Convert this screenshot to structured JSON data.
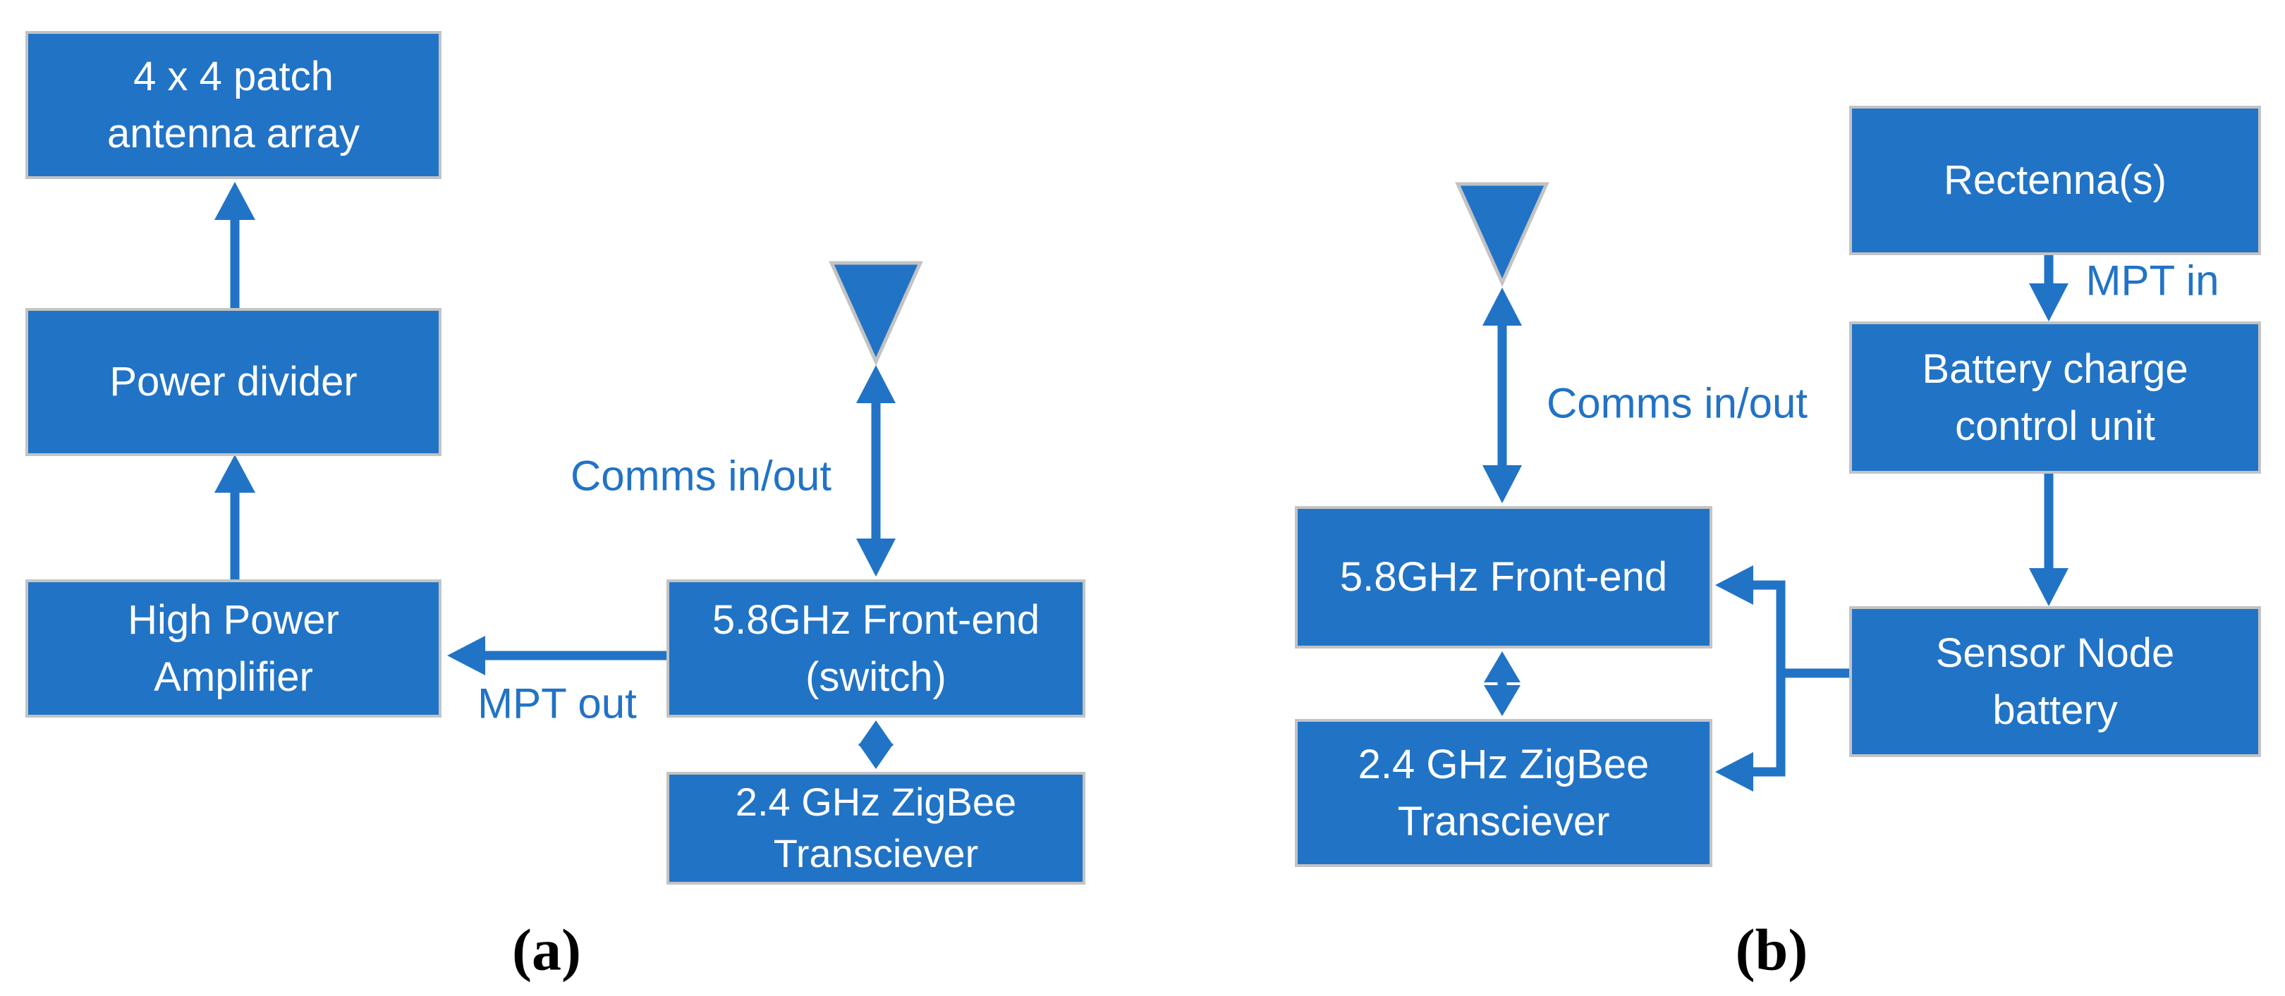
{
  "colors": {
    "box_fill": "#2173c6",
    "box_border": "#c3c3c3",
    "arrow": "#2173c6",
    "label_text": "#2173c6",
    "caption_text": "#000000"
  },
  "panel_a": {
    "caption": "(a)",
    "boxes": {
      "antenna_array": "4 x 4 patch\nantenna array",
      "power_divider": "Power divider",
      "high_power_amplifier": "High Power\nAmplifier",
      "front_end": "5.8GHz Front-end\n(switch)",
      "zigbee": "2.4 GHz ZigBee\nTransciever"
    },
    "labels": {
      "comms": "Comms in/out",
      "mpt_out": "MPT out"
    }
  },
  "panel_b": {
    "caption": "(b)",
    "boxes": {
      "front_end": "5.8GHz Front-end",
      "zigbee": "2.4 GHz ZigBee\nTransciever",
      "rectennas": "Rectenna(s)",
      "battery_charge": "Battery charge\ncontrol unit",
      "sensor_battery": "Sensor Node\nbattery"
    },
    "labels": {
      "comms": "Comms in/out",
      "mpt_in": "MPT in"
    }
  }
}
